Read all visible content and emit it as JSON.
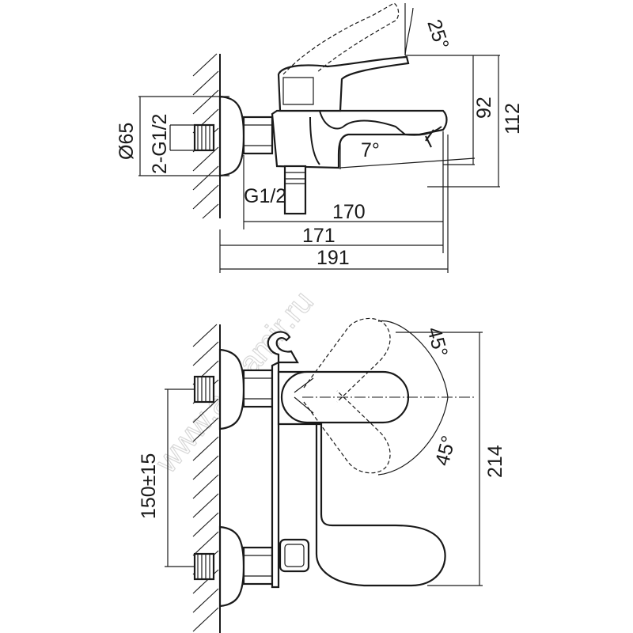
{
  "watermark": "www.aquamir.ru",
  "top_view": {
    "dims": {
      "angle_handle": "25°",
      "height_92": "92",
      "height_112": "112",
      "diameter": "Ø65",
      "thread_pair": "2-G1/2",
      "thread_outlet": "G1/2",
      "angle_spout": "7°",
      "len_170": "170",
      "len_171": "171",
      "len_191": "191"
    }
  },
  "front_view": {
    "dims": {
      "angle_up": "45°",
      "angle_down": "45°",
      "centers": "150±15",
      "height_214": "214"
    }
  }
}
